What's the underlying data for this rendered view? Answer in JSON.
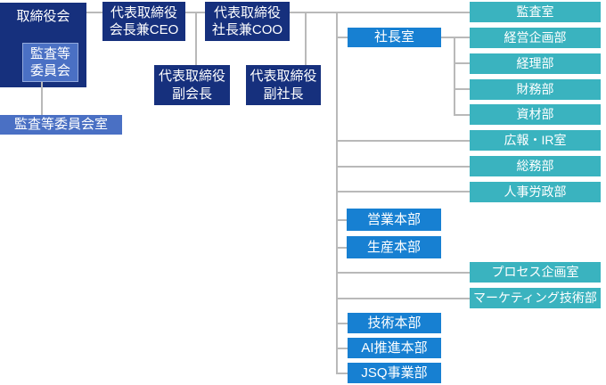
{
  "colors": {
    "navy_box": "#16307d",
    "medium_blue_box": "#4a70c4",
    "bright_blue_box": "#1780d2",
    "teal_box": "#3ab3bf",
    "connector_line": "#b9b9b9",
    "text": "#ffffff",
    "background": "#ffffff"
  },
  "nodes": {
    "board": "取締役会",
    "audit_committee": "監査等\n委員会",
    "audit_office": "監査等委員会室",
    "chairman_ceo": "代表取締役\n会長兼CEO",
    "president_coo": "代表取締役\n社長兼COO",
    "vice_chairman": "代表取締役\n副会長",
    "vice_president": "代表取締役\n副社長",
    "president_office": "社長室",
    "audit_room": "監査室",
    "corporate_planning": "経営企画部",
    "accounting": "経理部",
    "finance": "財務部",
    "materials": "資材部",
    "pr_ir": "広報・IR室",
    "general_affairs": "総務部",
    "hr_labor": "人事労政部",
    "sales_hq": "営業本部",
    "production_hq": "生産本部",
    "process_planning": "プロセス企画室",
    "marketing_tech": "マーケティング技術部",
    "engineering_hq": "技術本部",
    "ai_promotion_hq": "AI推進本部",
    "jsq_division": "JSQ事業部"
  }
}
